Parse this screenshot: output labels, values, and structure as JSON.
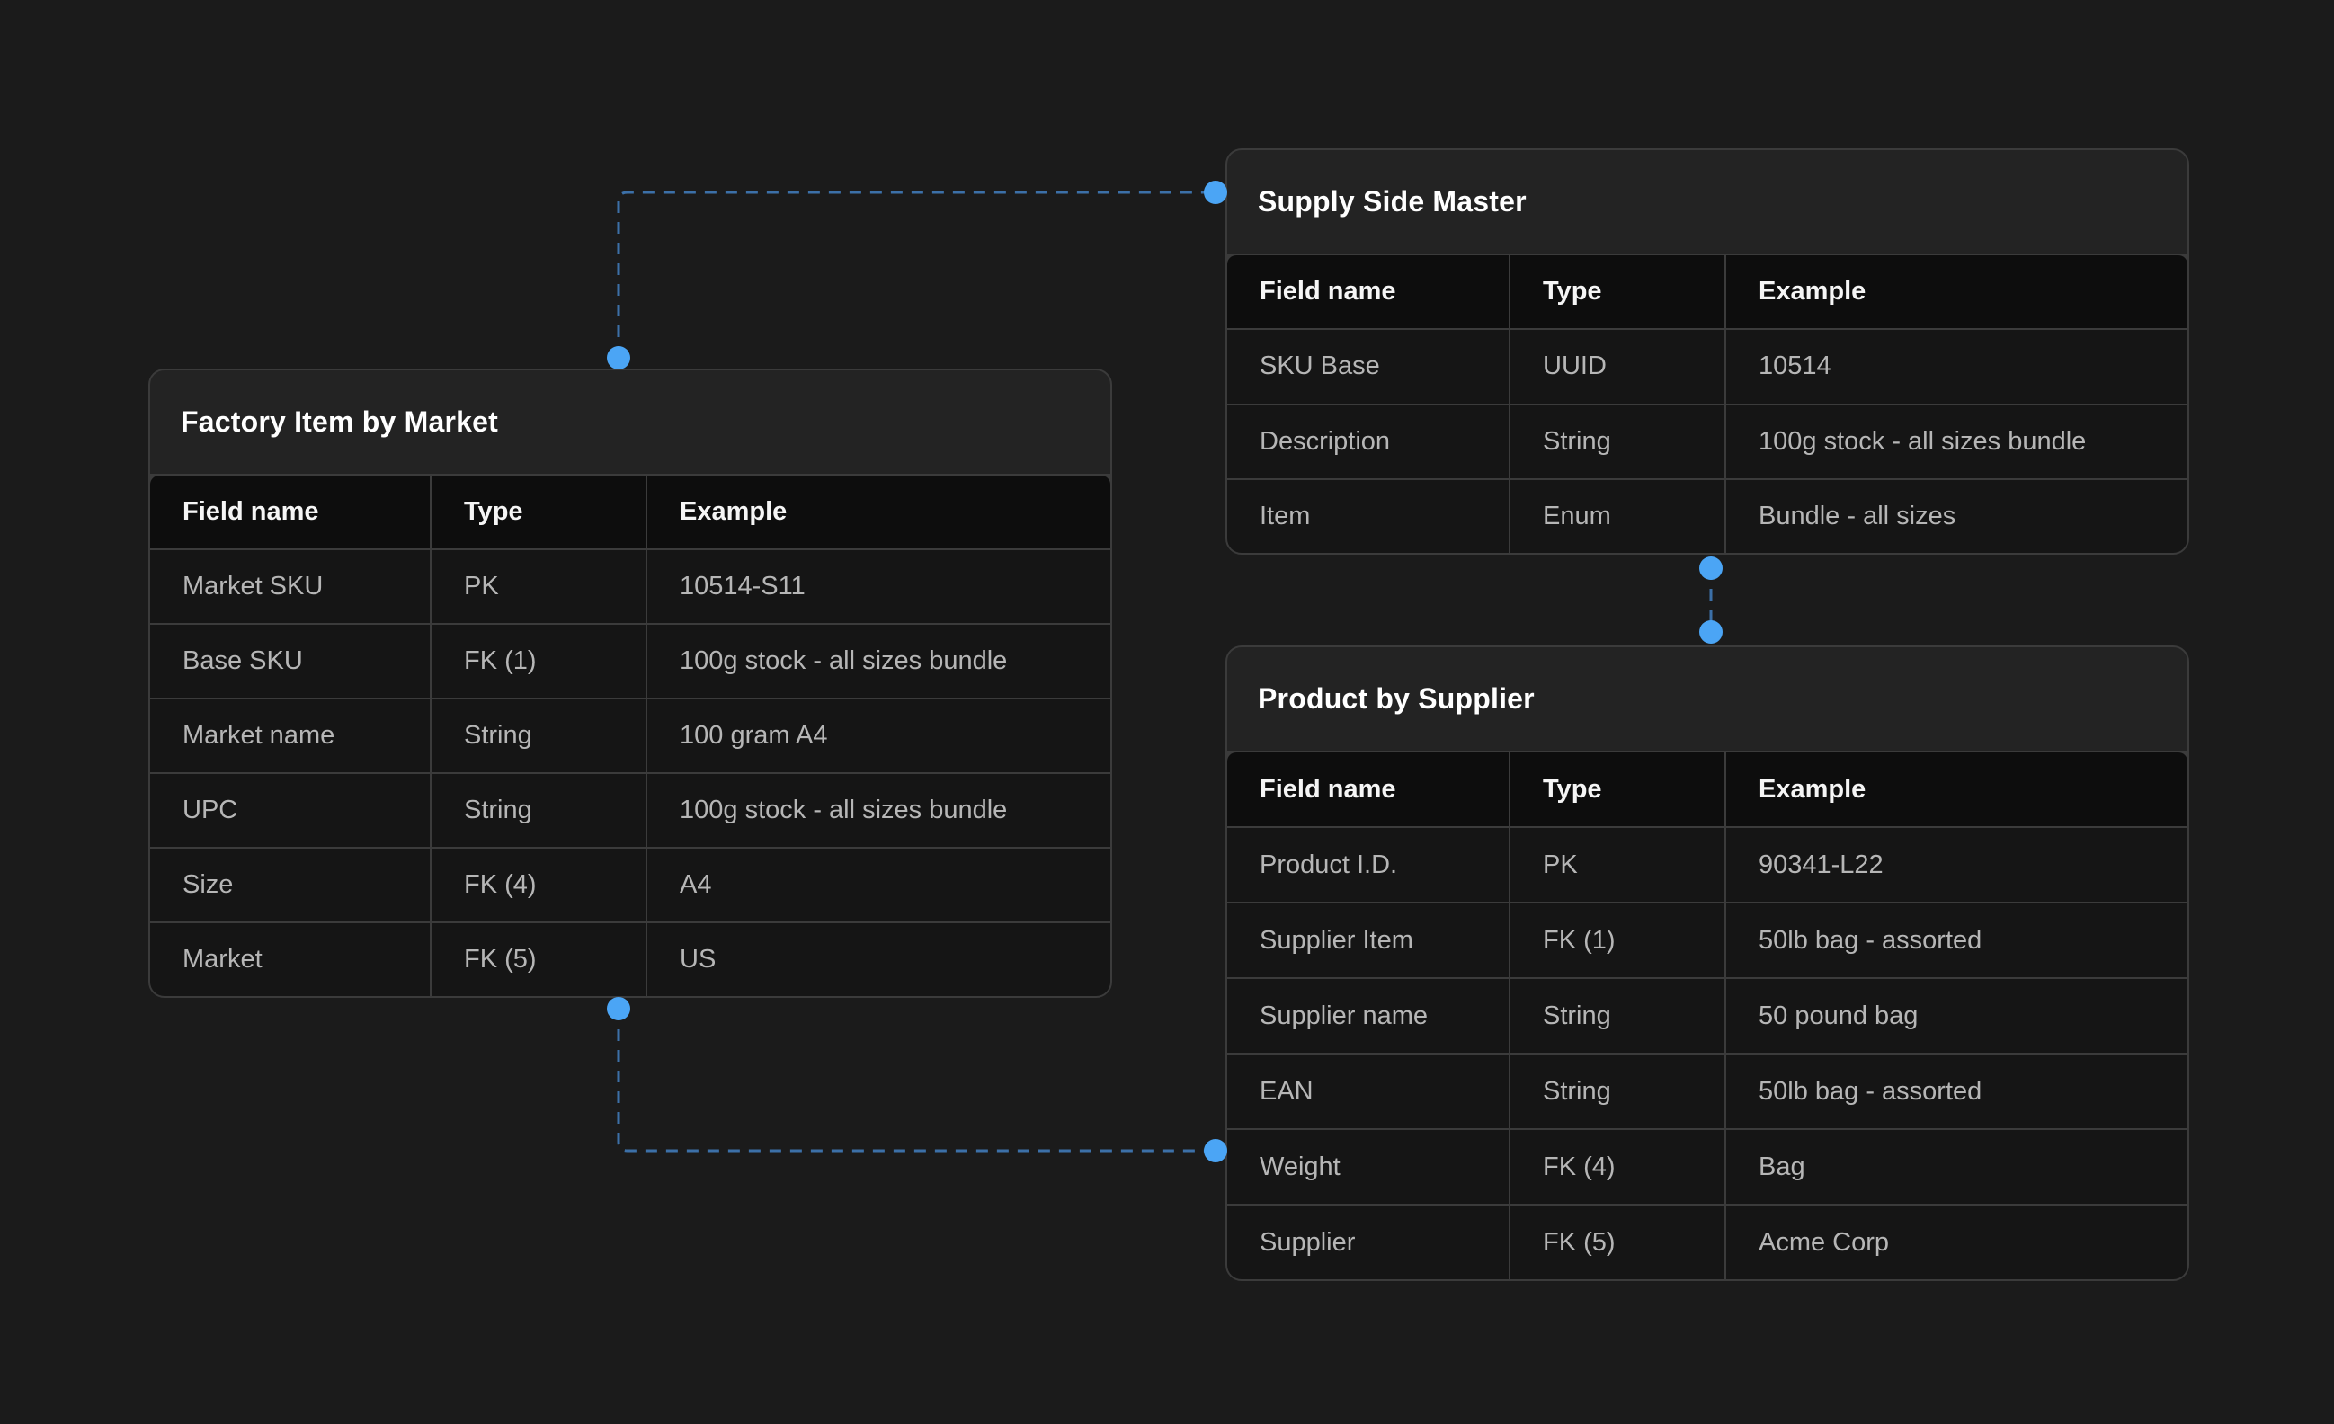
{
  "page": {
    "background": "#1b1b1b"
  },
  "colors": {
    "connector_line": "#3c70a8",
    "connector_dot": "#4ba5f5"
  },
  "tables": [
    {
      "id": "factory-item-by-market",
      "title": "Factory Item by Market",
      "columns": [
        "Field name",
        "Type",
        "Example"
      ],
      "rows": [
        [
          "Market SKU",
          "PK",
          "10514-S11"
        ],
        [
          "Base SKU",
          "FK (1)",
          "100g stock - all sizes bundle"
        ],
        [
          "Market name",
          "String",
          "100 gram A4"
        ],
        [
          "UPC",
          "String",
          "100g stock - all sizes bundle"
        ],
        [
          "Size",
          "FK (4)",
          "A4"
        ],
        [
          "Market",
          "FK (5)",
          "US"
        ]
      ]
    },
    {
      "id": "supply-side-master",
      "title": "Supply Side Master",
      "columns": [
        "Field name",
        "Type",
        "Example"
      ],
      "rows": [
        [
          "SKU Base",
          "UUID",
          "10514"
        ],
        [
          "Description",
          "String",
          "100g stock - all sizes bundle"
        ],
        [
          "Item",
          "Enum",
          "Bundle - all sizes"
        ]
      ]
    },
    {
      "id": "product-by-supplier",
      "title": "Product by Supplier",
      "columns": [
        "Field name",
        "Type",
        "Example"
      ],
      "rows": [
        [
          "Product I.D.",
          "PK",
          "90341-L22"
        ],
        [
          "Supplier Item",
          "FK (1)",
          "50lb bag - assorted"
        ],
        [
          "Supplier name",
          "String",
          "50 pound bag"
        ],
        [
          "EAN",
          "String",
          "50lb bag - assorted"
        ],
        [
          "Weight",
          "FK (4)",
          "Bag"
        ],
        [
          "Supplier",
          "FK (5)",
          "Acme Corp"
        ]
      ]
    }
  ]
}
